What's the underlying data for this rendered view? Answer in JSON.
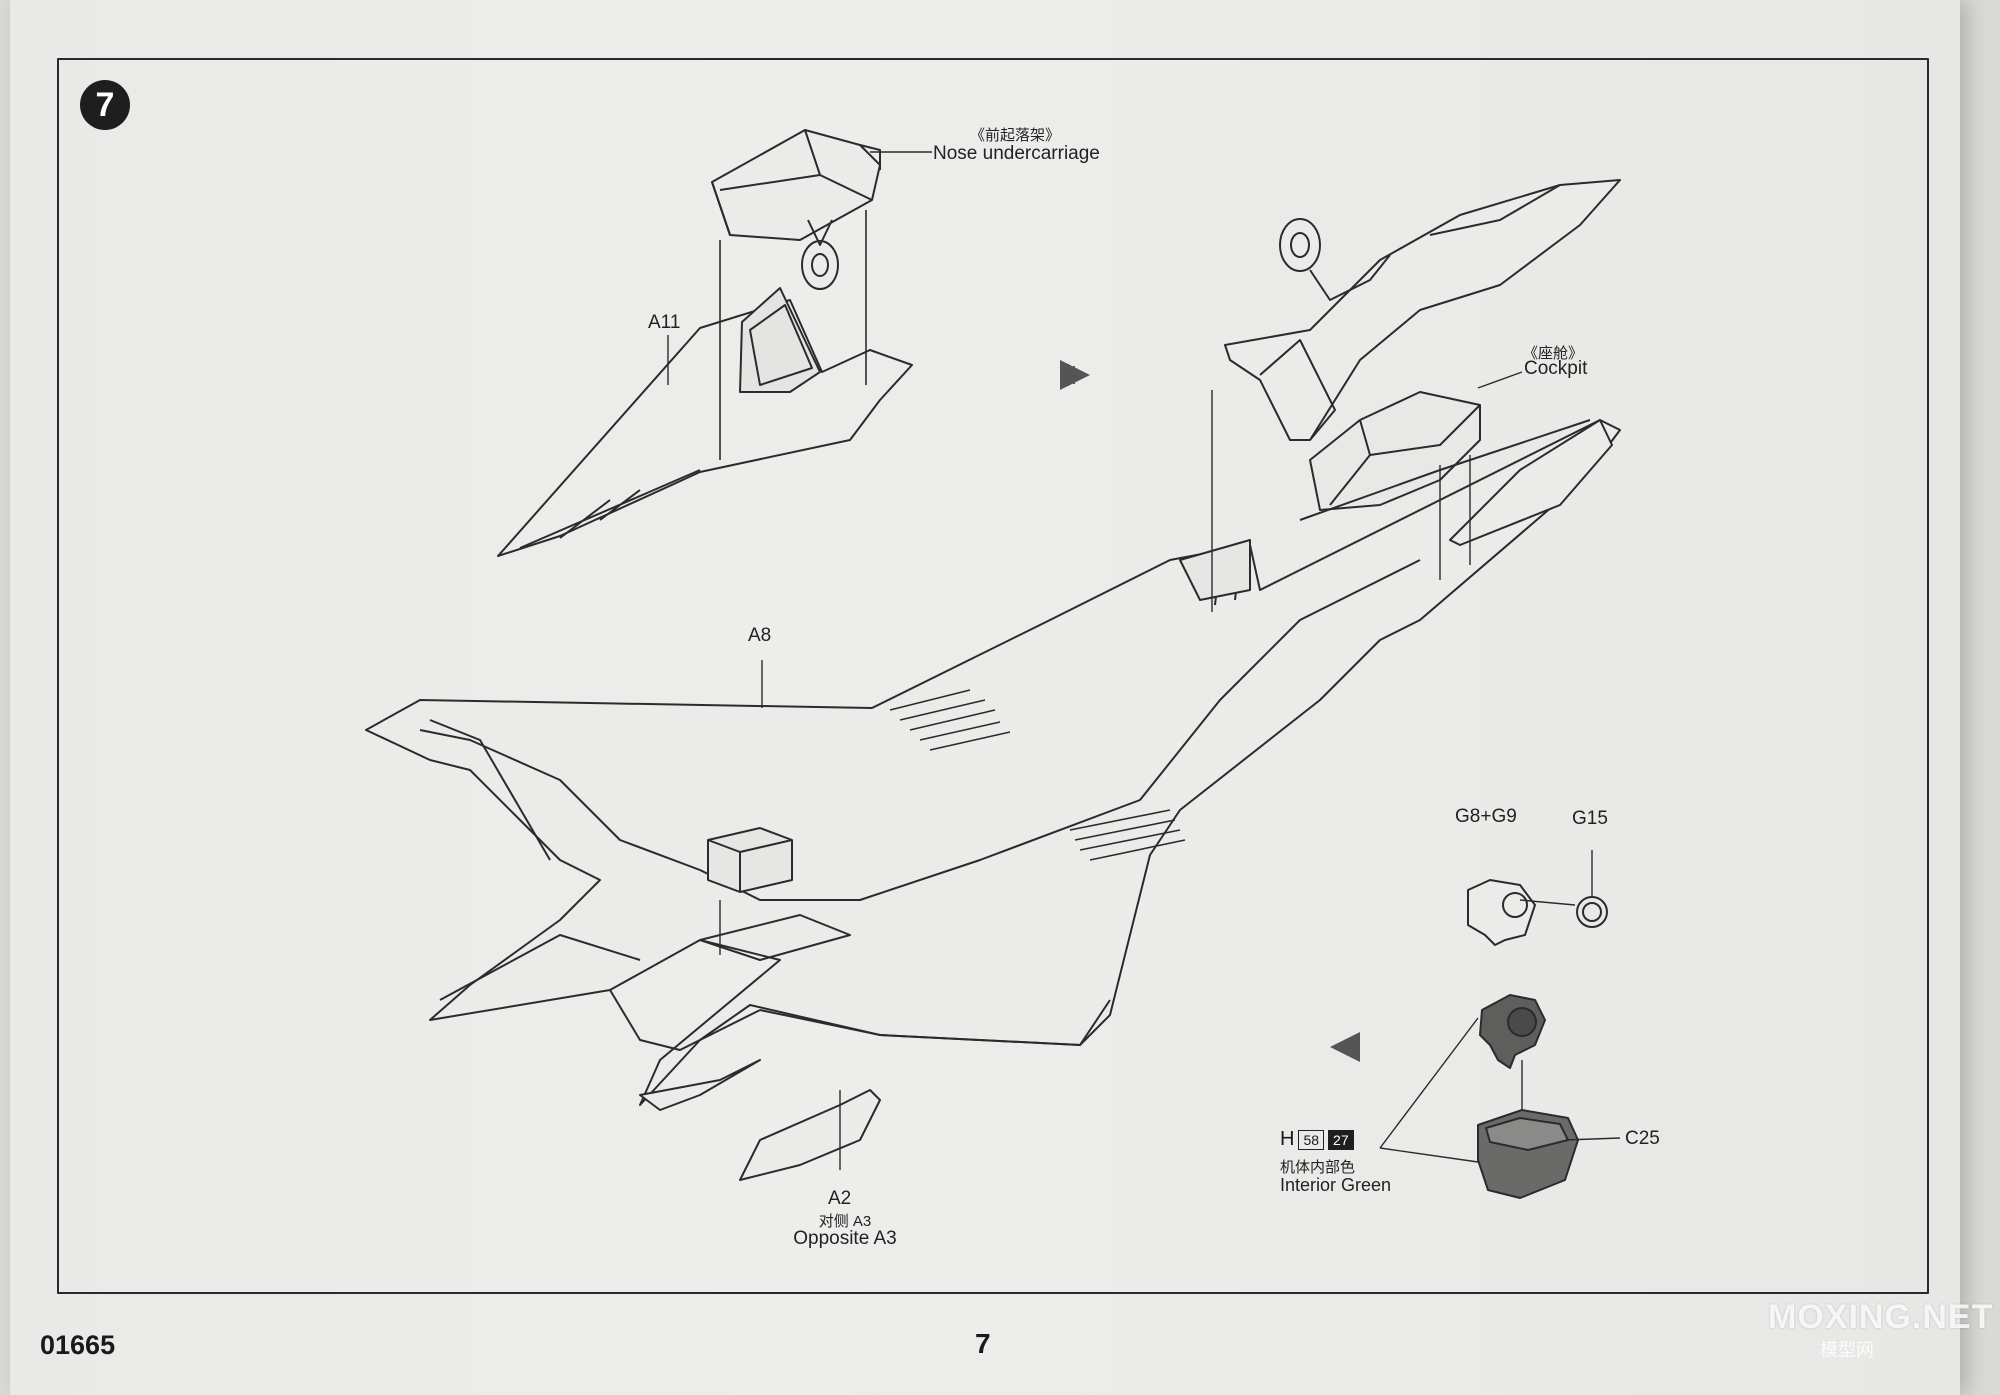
{
  "page": {
    "step_number": "7",
    "page_number": "7",
    "kit_number": "01665"
  },
  "labels": {
    "nose_undercarriage_cn": "《前起落架》",
    "nose_undercarriage_en": "Nose undercarriage",
    "a11": "A11",
    "cockpit_cn": "《座舱》",
    "cockpit_en": "Cockpit",
    "a8": "A8",
    "g8g9": "G8+G9",
    "g15": "G15",
    "c25": "C25",
    "a2": "A2",
    "a3_cn": "对侧 A3",
    "opposite_a3": "Opposite A3"
  },
  "paint": {
    "prefix": "H",
    "code_a": "58",
    "code_b": "27",
    "name_cn": "机体内部色",
    "name_en": "Interior Green"
  },
  "watermark": {
    "site": "MOXING.NET",
    "site_cn": "模型网"
  }
}
